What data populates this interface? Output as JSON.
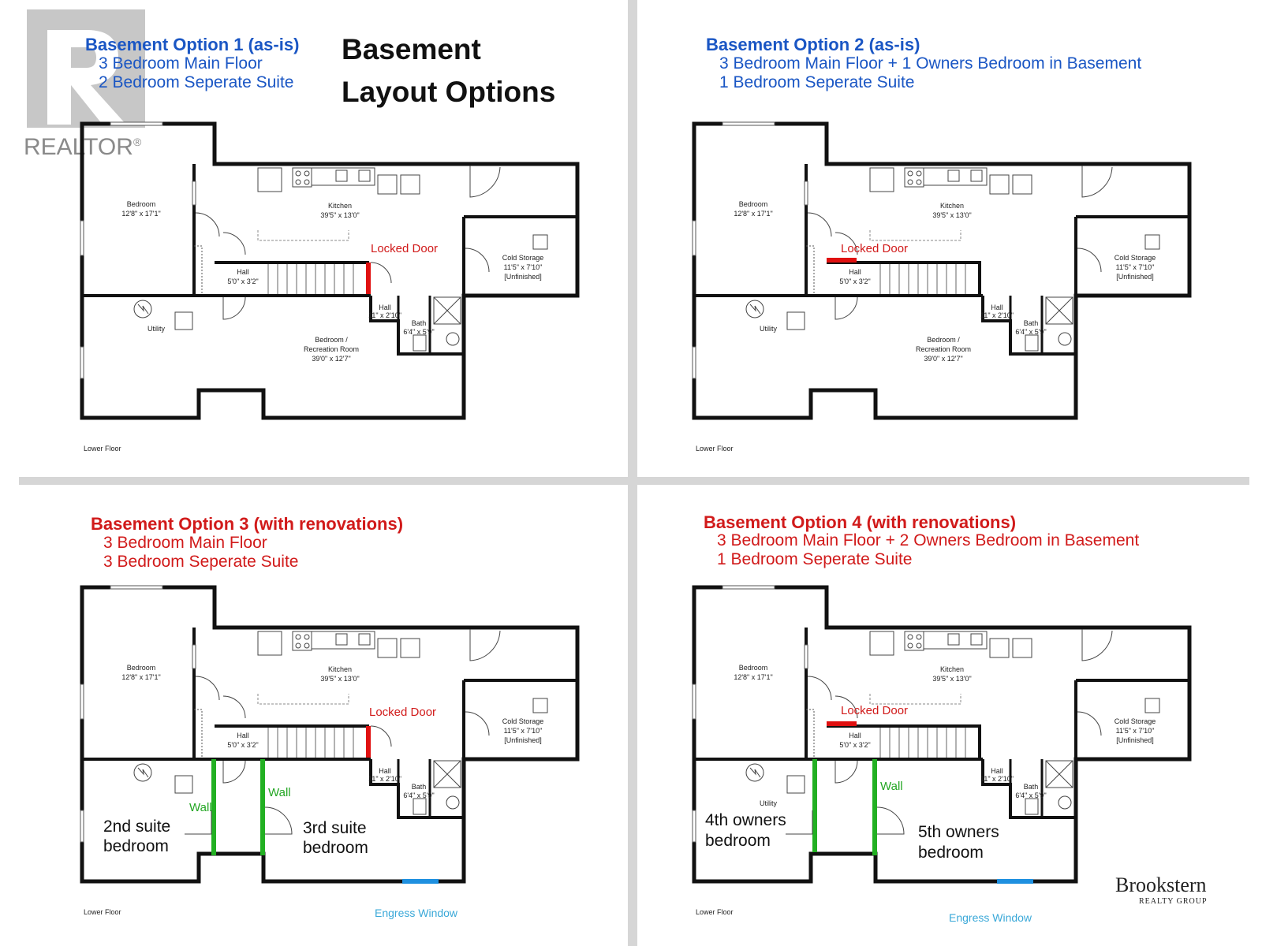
{
  "heading": {
    "line1": "Basement",
    "line2": "Layout Options"
  },
  "options": [
    {
      "title": "Basement Option 1 (as-is)",
      "color": "#1a56c4",
      "lines": [
        "3 Bedroom Main Floor",
        "2 Bedroom Seperate Suite"
      ]
    },
    {
      "title": "Basement Option 2 (as-is)",
      "color": "#1a56c4",
      "lines": [
        "3 Bedroom Main Floor + 1 Owners Bedroom in Basement",
        "1 Bedroom Seperate Suite"
      ]
    },
    {
      "title": "Basement Option 3 (with renovations)",
      "color": "#d11a1a",
      "lines": [
        "3 Bedroom Main Floor",
        "3 Bedroom Seperate Suite"
      ]
    },
    {
      "title": "Basement Option 4 (with renovations)",
      "color": "#d11a1a",
      "lines": [
        "3 Bedroom Main Floor + 2 Owners Bedroom in Basement",
        "1 Bedroom Seperate Suite"
      ]
    }
  ],
  "rooms": {
    "bedroom": {
      "name": "Bedroom",
      "dims": "12'8\" x 17'1\""
    },
    "kitchen": {
      "name": "Kitchen",
      "dims": "39'5\" x 13'0\""
    },
    "cold_storage": {
      "name": "Cold Storage",
      "dims": "11'5\" x 7'10\"",
      "note": "[Unfinished]"
    },
    "hall_main": {
      "name": "Hall",
      "dims": "5'0\" x 3'2\""
    },
    "hall_small": {
      "name": "Hall",
      "dims": "11\" x 2'10\""
    },
    "bath": {
      "name": "Bath",
      "dims": "6'4\" x 5'9\""
    },
    "utility": {
      "name": "Utility"
    },
    "rec_room": {
      "name1": "Bedroom /",
      "name2": "Recreation Room",
      "dims": "39'0\" x 12'7\""
    },
    "floor": "Lower Floor"
  },
  "labels": {
    "locked_door": "Locked Door",
    "wall": "Wall",
    "egress_window": "Engress Window",
    "opt3_room_a": [
      "2nd suite",
      "bedroom"
    ],
    "opt3_room_b": [
      "3rd suite",
      "bedroom"
    ],
    "opt4_room_a": [
      "4th owners",
      "bedroom"
    ],
    "opt4_room_b": [
      "5th owners",
      "bedroom"
    ]
  },
  "branding": {
    "realtor": "REALTOR",
    "realtor_mark": "®",
    "brokerage": "Brookstern",
    "brokerage_sub": "REALTY GROUP"
  },
  "colors": {
    "wall": "#111111",
    "locked": "#e01010",
    "new_wall": "#22b022",
    "egress": "#1e90e0"
  }
}
